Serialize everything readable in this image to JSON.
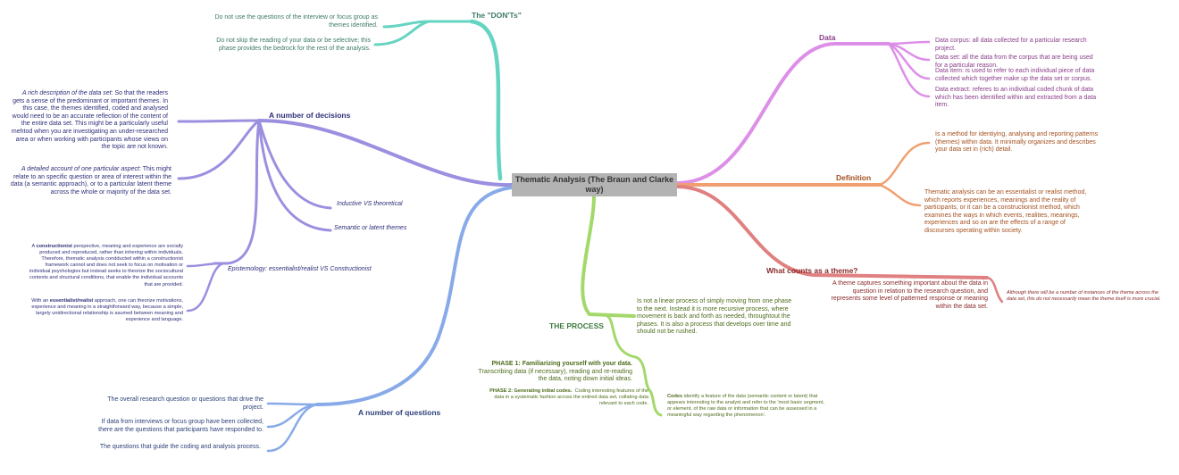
{
  "central": {
    "title": "Thematic Analysis (The Braun and Clarke way)"
  },
  "donts": {
    "label": "The \"DON'Ts\"",
    "items": [
      "Do not use the questions of the interview or focus group as themes identified.",
      "Do not skip the reading of your data or be selective; this phase provides the bedrock for the rest of the analysis."
    ]
  },
  "data": {
    "label": "Data",
    "items": [
      "Data corpus: all data collected for a particular research project.",
      "Data set: all the data from the corpus that are being used for a particular reason.",
      "Data item: is used to refer to each individual piece of data collected which together make up the data set or corpus.",
      "Data extract: referes to an individual coded chunk of data which has been identified within and extracted from a data item."
    ]
  },
  "definition": {
    "label": "Definition",
    "items": [
      "Is a method for identiying, analysing and reporting patterns (themes) within data. It minimally organizes and describes your data set in (rich) detail.",
      "Thematic analysis can be an essentialist or realist method, which reports experiences, meanings and the reality of participants, or it can be a constructionist method, which examines the ways in which events, realities, meanings, experiences and so on are the effects of a range of discourses operating within society."
    ]
  },
  "theme": {
    "label": "What counts as a theme?",
    "description": "A theme captures something important about the data in question in relation to the research question, and represents some level of patterned response or meaning within the data set.",
    "note": "Although there will be a number of instances of the theme across the data set, this do not necessarily mean the theme itself is more crucial."
  },
  "decisions": {
    "label": "A number of decisions",
    "rich": {
      "term": "A rich description of the data set",
      "text": ": So that the readers gets a sense of the predominant or important themes. In this case, the themes identified, coded and analysed would need to be an accurate reflection of the content of the entire data set. This might be a particularly useful mehtod when you are investigating an under-researched area or when working with participants whose views on the topic are not known."
    },
    "detailed": {
      "term": "A detailed account of one particular aspect",
      "text": ": This might relate to an specific question or area of interest within the data (a semantic approach), or to a particular latent theme across the whole or majority of the data set."
    },
    "inductive": "Inductive VS theoretical",
    "semantic": "Semantic or latent themes",
    "epistemology": {
      "label": "Epistemology: essentialist/realist VS Constructionist",
      "constructionist": {
        "before": "A ",
        "term": "constructionist",
        "after": " perspective, meaning and experience are socially produced and reproduced, rather than inhering within individuals. Therefore, thematic analysis condducted within a constructionist framework cannot and does not seek to focus on motivation or individual psychologies but instead seeks to theorize the sociocultural contexts and structural conditions, that enable the individual accounts that are provided."
      },
      "essentialist": {
        "before": "With an ",
        "term": "essentialist/realist",
        "after": " approach, one can theorize motivations, experience and meaning in a straightforward way, because a simple, largely unidirectional relationship is asumed between meaning and experience and language."
      }
    }
  },
  "process": {
    "label": "THE PROCESS",
    "intro": "Is not a linear process of simply moving from one phase to the next. Instead it is more recursive process, where movement is back and forth as needed, throughtout the phases. It is also a process that develops over time and should not be rushed.",
    "phase1": {
      "title": "PHASE 1: Familiarizing yourself with your data.",
      "text": "Transcribing data (if necessary), reading and re-reading the data, noting down initial ideas."
    },
    "phase2": {
      "title": "PHASE 2: Generating initial codes.",
      "text": "Coding interesting features of the data in a systematic fashion across the entired data set, collating data relevant to each code."
    },
    "codes": {
      "term": "Codes",
      "text": " identify a feature of the data (semantic content or latent) that appears interesting to the analyst and refer to the 'most basic segment, or element, of the raw data or information that can be assessed in a meaningful way regarding the phenomenon'."
    }
  },
  "questions": {
    "label": "A number of questions",
    "items": [
      "The overall research question or questions that drive the project.",
      "If data from interviews or focus group have been collected, there are the questions that participants have responded to.",
      "The questions that guide the coding and analysis process."
    ]
  },
  "colors": {
    "teal": "#66d4c2",
    "violet": "#dd8fe8",
    "orange": "#f0a070",
    "red": "#e08080",
    "purple": "#9b8fe0",
    "green": "#a3d96b",
    "blue": "#88aae8"
  }
}
